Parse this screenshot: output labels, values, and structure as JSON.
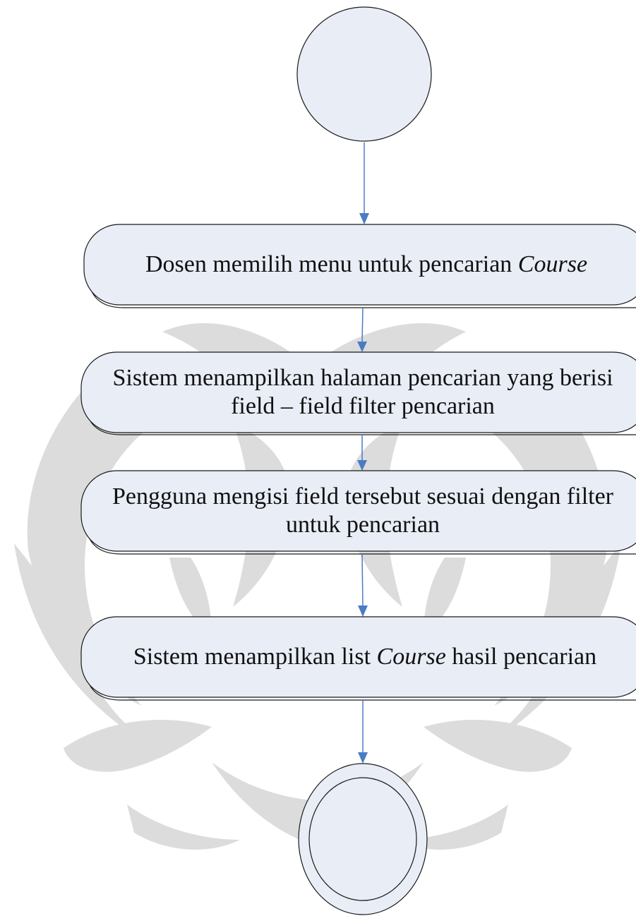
{
  "diagram": {
    "steps": [
      {
        "id": "step-1",
        "text_before": "Dosen  memilih menu untuk pencarian ",
        "text_italic": "Course",
        "text_after": ""
      },
      {
        "id": "step-2",
        "line1": "Sistem menampilkan halaman pencarian yang berisi",
        "line2": "field – field filter pencarian"
      },
      {
        "id": "step-3",
        "line1": "Pengguna mengisi field tersebut sesuai dengan filter",
        "line2": "untuk pencarian"
      },
      {
        "id": "step-4",
        "text_before": "Sistem menampilkan list ",
        "text_italic": "Course",
        "text_after": " hasil pencarian"
      }
    ],
    "colors": {
      "node_fill": "#e8edf6",
      "node_stroke": "#1a1a1a",
      "arrow": "#4a7cc4",
      "watermark": "#dcdcdc"
    }
  }
}
